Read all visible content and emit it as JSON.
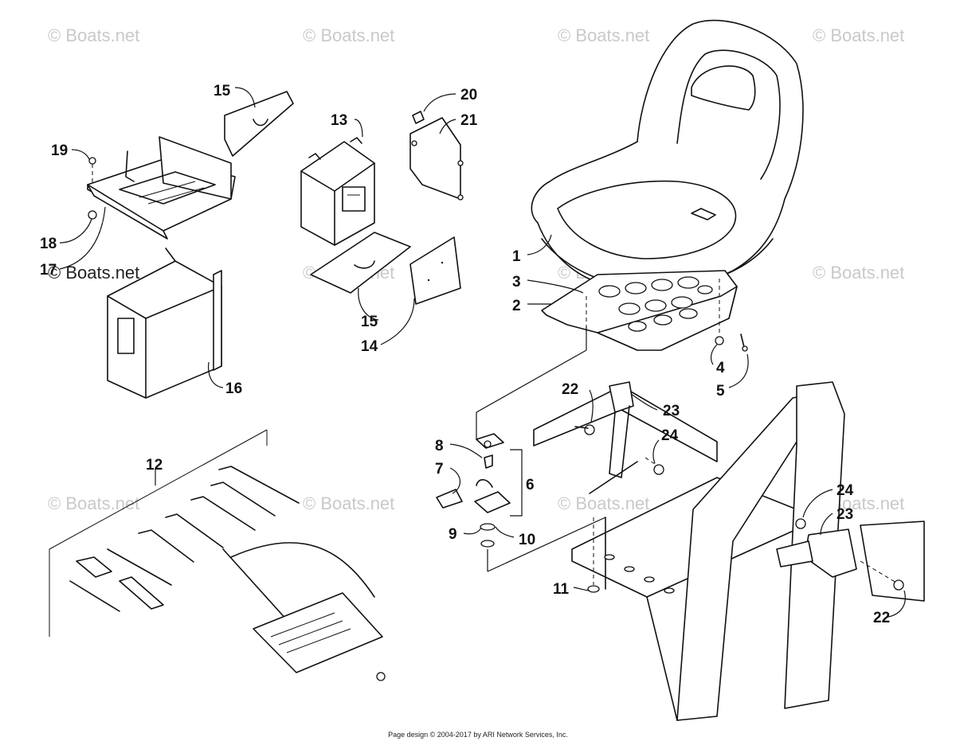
{
  "watermark_text": "© Boats.net",
  "callouts": {
    "c1": "1",
    "c2": "2",
    "c3": "3",
    "c4": "4",
    "c5": "5",
    "c6": "6",
    "c7": "7",
    "c8": "8",
    "c9": "9",
    "c10": "10",
    "c11": "11",
    "c12": "12",
    "c13": "13",
    "c14": "14",
    "c15a": "15",
    "c15b": "15",
    "c16": "16",
    "c17": "17",
    "c18": "18",
    "c19": "19",
    "c20": "20",
    "c21": "21",
    "c22a": "22",
    "c22b": "22",
    "c23a": "23",
    "c23b": "23",
    "c24a": "24",
    "c24b": "24"
  },
  "footer": {
    "credit": "Page design © 2004-2017 by ARI Network Services, Inc."
  }
}
